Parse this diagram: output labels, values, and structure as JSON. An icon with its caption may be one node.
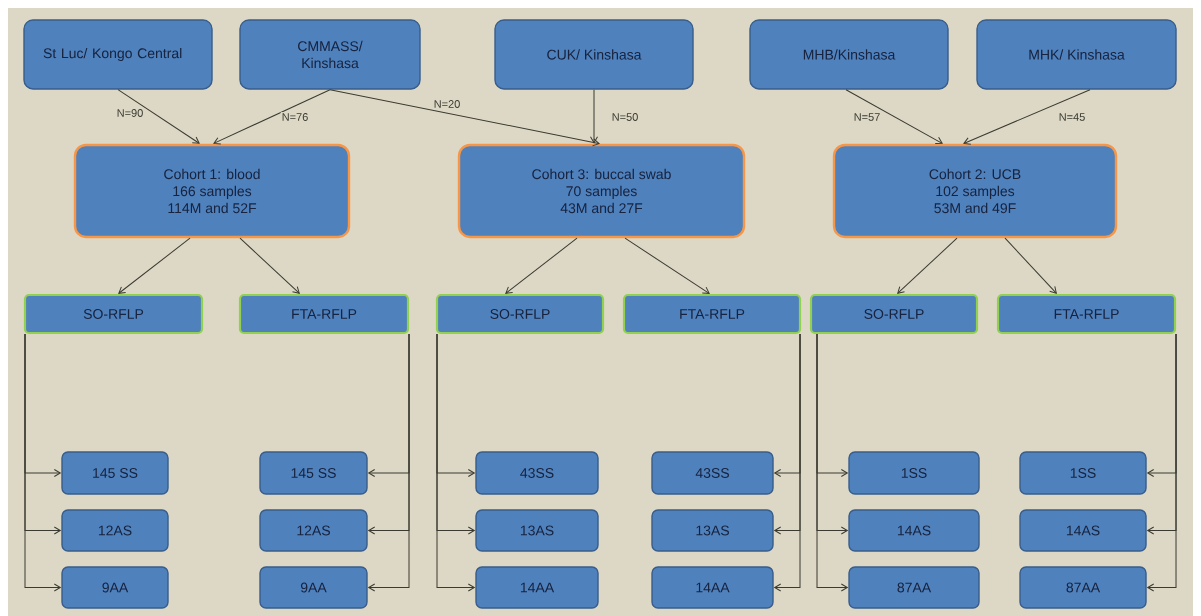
{
  "diagram": {
    "nodes": [
      {
        "text": [
          "St Luc/ Kongo Central"
        ]
      },
      {
        "text": [
          "CMMASS/ Kinshasa"
        ]
      },
      {
        "text": [
          "CUK/ Kinshasa"
        ]
      },
      {
        "text": [
          "MHB/Kinshasa"
        ]
      },
      {
        "text": [
          "MHK/ Kinshasa"
        ]
      },
      {
        "text": [
          "Cohort 1: blood",
          "166 samples",
          "114M and 52F"
        ]
      },
      {
        "text": [
          "Cohort 3: buccal swab",
          "70 samples",
          "43M and 27F"
        ]
      },
      {
        "text": [
          "Cohort 2: UCB",
          "102 samples",
          "53M and 49F"
        ]
      },
      {
        "text": [
          "SO-RFLP"
        ]
      },
      {
        "text": [
          "FTA-RFLP"
        ]
      },
      {
        "text": [
          "SO-RFLP"
        ]
      },
      {
        "text": [
          "FTA-RFLP"
        ]
      },
      {
        "text": [
          "SO-RFLP"
        ]
      },
      {
        "text": [
          "FTA-RFLP"
        ]
      },
      {
        "text": [
          "145 SS"
        ]
      },
      {
        "text": [
          "12AS"
        ]
      },
      {
        "text": [
          "9AA"
        ]
      },
      {
        "text": [
          "145 SS"
        ]
      },
      {
        "text": [
          "12AS"
        ]
      },
      {
        "text": [
          "9AA"
        ]
      },
      {
        "text": [
          "43SS"
        ]
      },
      {
        "text": [
          "13AS"
        ]
      },
      {
        "text": [
          "14AA"
        ]
      },
      {
        "text": [
          "43SS"
        ]
      },
      {
        "text": [
          "13AS"
        ]
      },
      {
        "text": [
          "14AA"
        ]
      },
      {
        "text": [
          "1SS"
        ]
      },
      {
        "text": [
          "14AS"
        ]
      },
      {
        "text": [
          "87AA"
        ]
      },
      {
        "text": [
          "1SS"
        ]
      },
      {
        "text": [
          "14AS"
        ]
      },
      {
        "text": [
          "87AA"
        ]
      }
    ],
    "edges": [
      {
        "from": 0,
        "to": 5,
        "arrow": "to",
        "label": "N=90"
      },
      {
        "from": 1,
        "to": 5,
        "arrow": "to",
        "label": "N=76"
      },
      {
        "from": 1,
        "to": 6,
        "arrow": "to",
        "label": "N=20"
      },
      {
        "from": 2,
        "to": 6,
        "arrow": "to",
        "label": "N=50"
      },
      {
        "from": 3,
        "to": 7,
        "arrow": "to",
        "label": "N=57"
      },
      {
        "from": 4,
        "to": 7,
        "arrow": "to",
        "label": "N=45"
      },
      {
        "from": 5,
        "to": 8,
        "arrow": "to"
      },
      {
        "from": 5,
        "to": 9,
        "arrow": "to"
      },
      {
        "from": 6,
        "to": 10,
        "arrow": "to"
      },
      {
        "from": 6,
        "to": 11,
        "arrow": "to"
      },
      {
        "from": 7,
        "to": 12,
        "arrow": "to"
      },
      {
        "from": 7,
        "to": 13,
        "arrow": "to"
      },
      {
        "from": 8,
        "to": 14,
        "arrow": "to"
      },
      {
        "from": 8,
        "to": 15,
        "arrow": "to"
      },
      {
        "from": 8,
        "to": 16,
        "arrow": "to"
      },
      {
        "from": 9,
        "to": 17,
        "arrow": "to"
      },
      {
        "from": 9,
        "to": 18,
        "arrow": "to"
      },
      {
        "from": 9,
        "to": 19,
        "arrow": "to"
      },
      {
        "from": 10,
        "to": 20,
        "arrow": "to"
      },
      {
        "from": 10,
        "to": 21,
        "arrow": "to"
      },
      {
        "from": 10,
        "to": 22,
        "arrow": "to"
      },
      {
        "from": 11,
        "to": 23,
        "arrow": "to"
      },
      {
        "from": 11,
        "to": 24,
        "arrow": "to"
      },
      {
        "from": 11,
        "to": 25,
        "arrow": "to"
      },
      {
        "from": 12,
        "to": 26,
        "arrow": "to"
      },
      {
        "from": 12,
        "to": 27,
        "arrow": "to"
      },
      {
        "from": 12,
        "to": 28,
        "arrow": "to"
      },
      {
        "from": 13,
        "to": 29,
        "arrow": "to"
      },
      {
        "from": 13,
        "to": 30,
        "arrow": "to"
      },
      {
        "from": 13,
        "to": 31,
        "arrow": "to"
      }
    ]
  }
}
